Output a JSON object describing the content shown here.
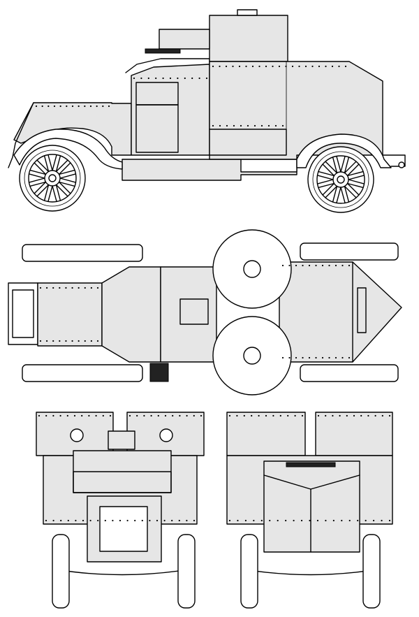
{
  "drawing": {
    "views": [
      {
        "id": "side",
        "name": "side-view"
      },
      {
        "id": "top",
        "name": "top-view"
      },
      {
        "id": "front",
        "name": "front-view"
      },
      {
        "id": "rear",
        "name": "rear-view"
      }
    ],
    "colors": {
      "line": "#000000",
      "armor": "#e6e6e6",
      "paper": "#ffffff"
    }
  }
}
